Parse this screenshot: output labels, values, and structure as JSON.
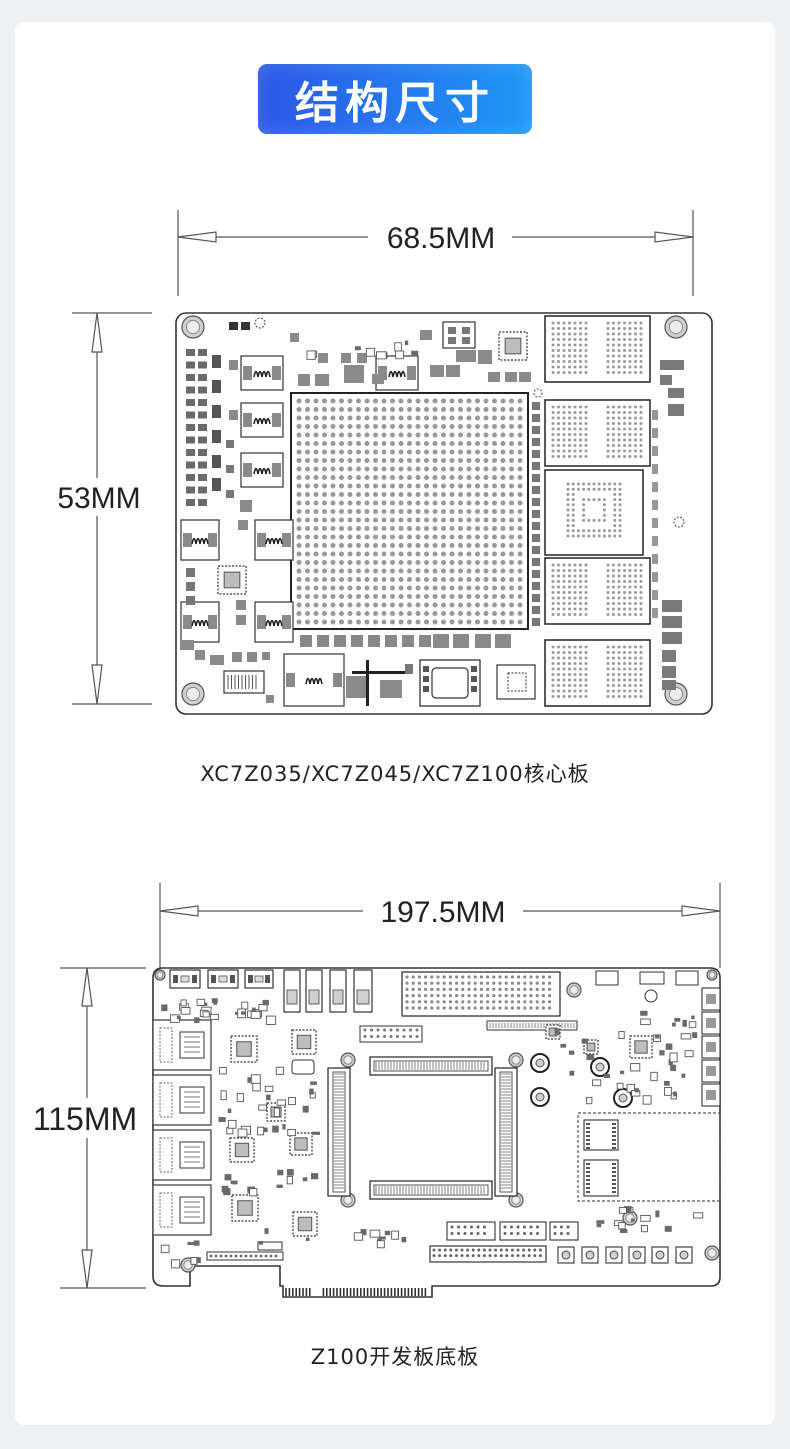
{
  "header": {
    "title": "结构尺寸"
  },
  "core_board": {
    "width_label": "68.5MM",
    "height_label": "53MM",
    "caption": "XC7Z035/XC7Z045/XC7Z100核心板"
  },
  "carrier_board": {
    "width_label": "197.5MM",
    "height_label": "115MM",
    "caption": "Z100开发板底板"
  },
  "colors": {
    "background": "#eff0f2",
    "card": "#ffffff",
    "banner_start": "#2b57e6",
    "banner_end": "#1e98f6",
    "line": "#555555",
    "text": "#222222"
  }
}
